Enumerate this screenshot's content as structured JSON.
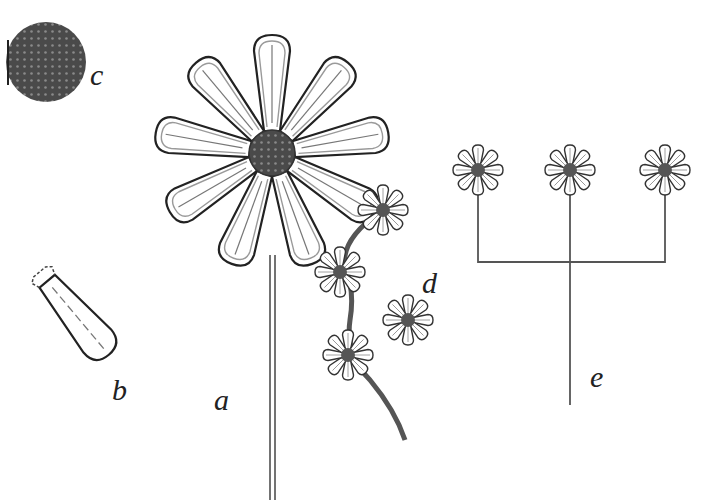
{
  "diagram": {
    "labels": [
      "c",
      "b",
      "a",
      "d",
      "e"
    ]
  }
}
